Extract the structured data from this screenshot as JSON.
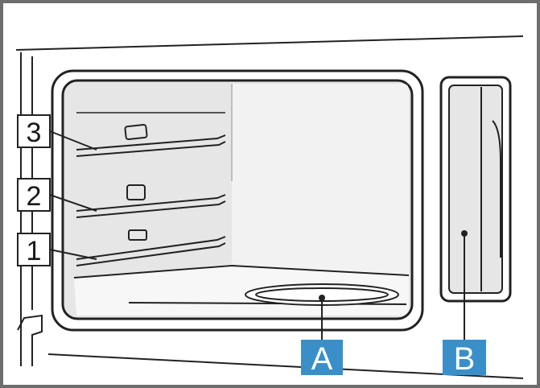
{
  "shelf_levels": [
    {
      "label": "3"
    },
    {
      "label": "2"
    },
    {
      "label": "1"
    }
  ],
  "callouts": [
    {
      "label": "A"
    },
    {
      "label": "B"
    }
  ],
  "colors": {
    "frame": "#6e6e6e",
    "line": "#222222",
    "interior": "#e6e6e6",
    "interior_back": "#f2f2f2",
    "floor": "#f7f7f7",
    "callout_bg": "#3a8fc9",
    "callout_text": "#ffffff"
  }
}
